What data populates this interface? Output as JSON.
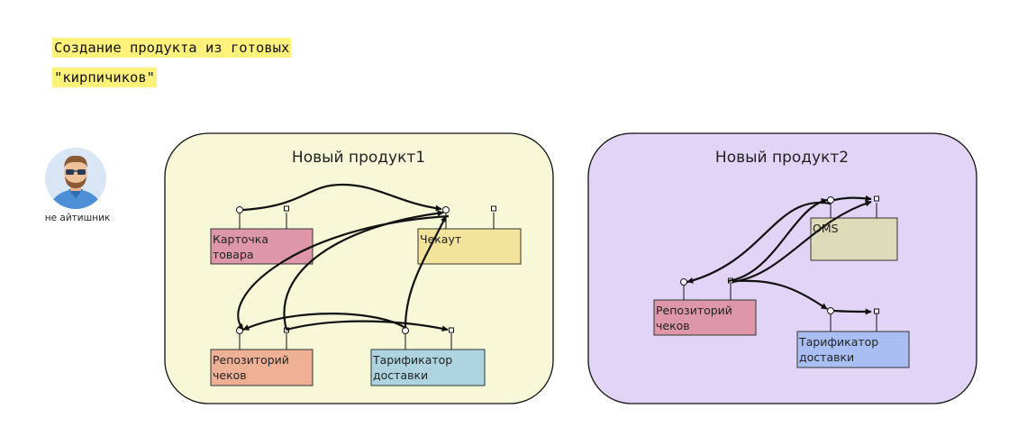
{
  "header": {
    "title_line1": "Создание продукта из готовых",
    "title_line2": "\"кирпичиков\""
  },
  "persona": {
    "caption": "не айтишник",
    "icon": "person-avatar-icon"
  },
  "colors": {
    "highlight": "#fff27a",
    "product1_bg": "#f6f8d8",
    "product2_bg": "#e2d4f7",
    "card_box": "#de97a8",
    "checkout_box": "#f4e39a",
    "receipts_box1": "#eeb195",
    "tariff_box1": "#add4e0",
    "oms_box": "#dcdcb8",
    "receipts_box2": "#de97a8",
    "tariff_box2": "#a9bff3"
  },
  "product1": {
    "title": "Новый продукт1",
    "boxes": {
      "card": [
        "Карточка",
        "товара"
      ],
      "checkout": [
        "Чекаут"
      ],
      "receipts": [
        "Репозиторий",
        "чеков"
      ],
      "tariff": [
        "Тарификатор",
        "доставки"
      ]
    }
  },
  "product2": {
    "title": "Новый продукт2",
    "boxes": {
      "oms": [
        "OMS"
      ],
      "receipts": [
        "Репозиторий",
        "чеков"
      ],
      "tariff": [
        "Тарификатор",
        "доставки"
      ]
    }
  }
}
